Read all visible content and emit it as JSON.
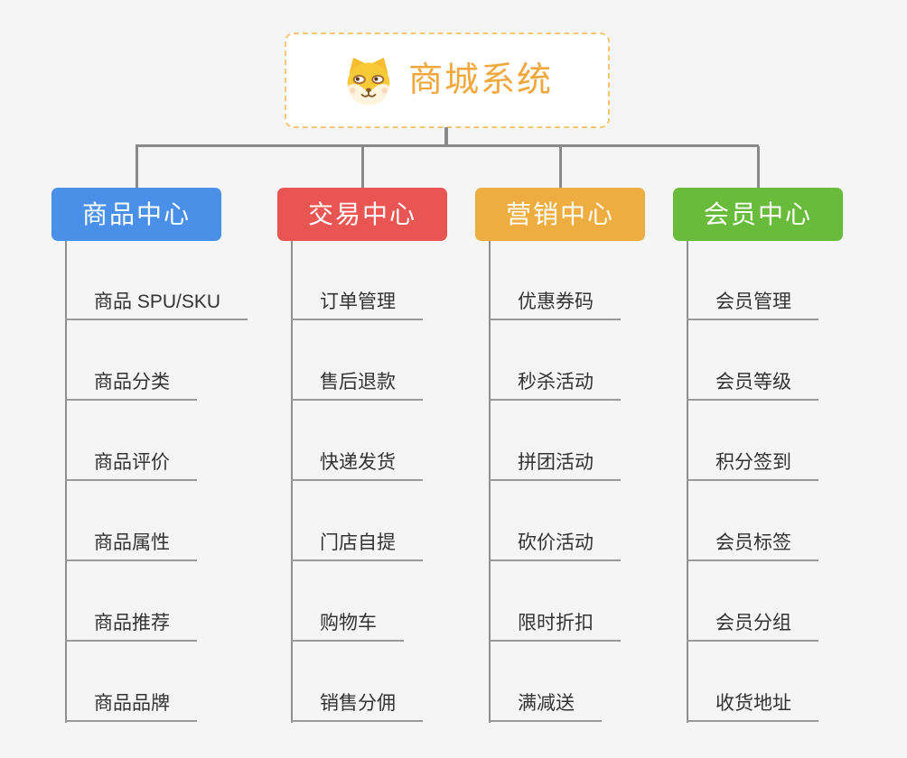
{
  "page": {
    "background_color": "#f5f5f6",
    "connector_color": "#8a8a8a",
    "underline_color": "#999999",
    "child_text_color": "#333333"
  },
  "root": {
    "label": "商城系统",
    "icon": "dog-face-icon",
    "text_color": "#f0a73c",
    "border_color": "#f3c778",
    "background": "#ffffff"
  },
  "branches": [
    {
      "label": "商品中心",
      "color": "#4a90e8",
      "children": [
        "商品 SPU/SKU",
        "商品分类",
        "商品评价",
        "商品属性",
        "商品推荐",
        "商品品牌"
      ]
    },
    {
      "label": "交易中心",
      "color": "#e85552",
      "children": [
        "订单管理",
        "售后退款",
        "快递发货",
        "门店自提",
        "购物车",
        "销售分佣"
      ]
    },
    {
      "label": "营销中心",
      "color": "#eead40",
      "children": [
        "优惠券码",
        "秒杀活动",
        "拼团活动",
        "砍价活动",
        "限时折扣",
        "满减送"
      ]
    },
    {
      "label": "会员中心",
      "color": "#68bb3b",
      "children": [
        "会员管理",
        "会员等级",
        "积分签到",
        "会员标签",
        "会员分组",
        "收货地址"
      ]
    }
  ]
}
